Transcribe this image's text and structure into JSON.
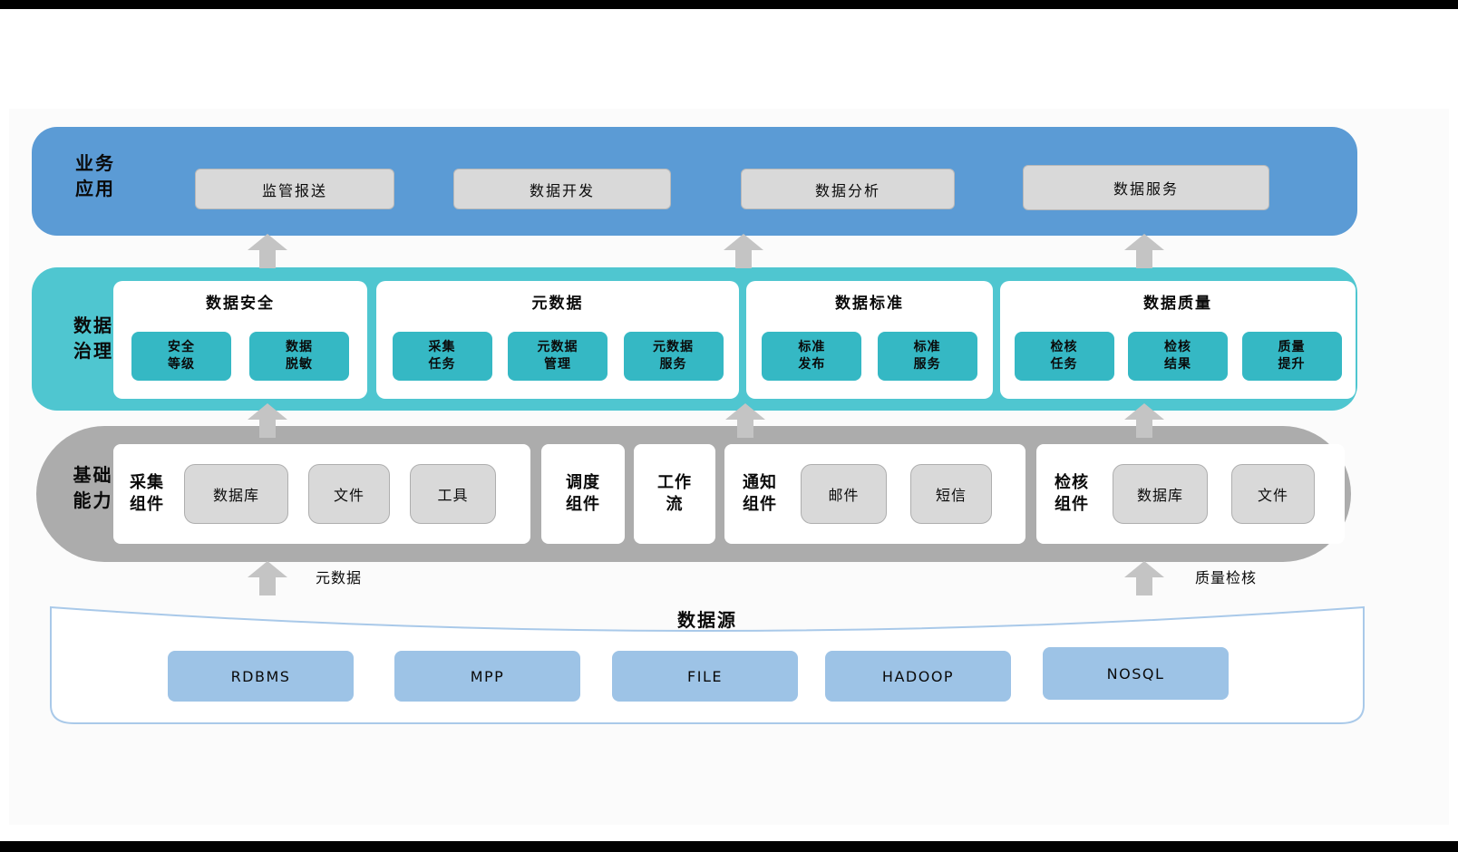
{
  "business": {
    "label": "业务\n应用",
    "items": [
      "监管报送",
      "数据开发",
      "数据分析",
      "数据服务"
    ]
  },
  "governance": {
    "label": "数据\n治理",
    "panels": [
      {
        "title": "数据安全",
        "items": [
          "安全\n等级",
          "数据\n脱敏"
        ]
      },
      {
        "title": "元数据",
        "items": [
          "采集\n任务",
          "元数据\n管理",
          "元数据\n服务"
        ]
      },
      {
        "title": "数据标准",
        "items": [
          "标准\n发布",
          "标准\n服务"
        ]
      },
      {
        "title": "数据质量",
        "items": [
          "检核\n任务",
          "检核\n结果",
          "质量\n提升"
        ]
      }
    ]
  },
  "foundation": {
    "label": "基础\n能力",
    "panels": [
      {
        "title": "采集\n组件",
        "items": [
          "数据库",
          "文件",
          "工具"
        ]
      },
      {
        "title": "调度\n组件",
        "items": []
      },
      {
        "title": "工作\n流",
        "items": []
      },
      {
        "title": "通知\n组件",
        "items": [
          "邮件",
          "短信"
        ]
      },
      {
        "title": "检核\n组件",
        "items": [
          "数据库",
          "文件"
        ]
      }
    ]
  },
  "datasource": {
    "title": "数据源",
    "items": [
      "RDBMS",
      "MPP",
      "FILE",
      "HADOOP",
      "NOSQL"
    ]
  },
  "flow_labels": {
    "metadata": "元数据",
    "quality_check": "质量检核"
  },
  "colors": {
    "business_layer": "#5B9BD5",
    "governance_layer": "#4FC6D0",
    "foundation_layer": "#ACACAC",
    "teal_chip": "#35B8C4",
    "gray_chip": "#D9D9D9",
    "source_chip": "#9DC3E6",
    "arrow": "#C4C4C4"
  }
}
